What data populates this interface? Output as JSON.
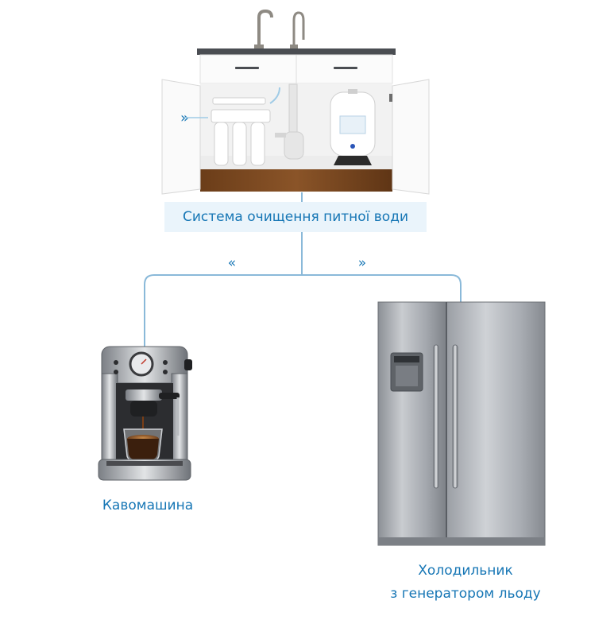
{
  "main": {
    "label": "Система очищення питної води"
  },
  "branches": [
    {
      "label": "Кавомашина"
    },
    {
      "label_line1": "Холодильник",
      "label_line2": "з генератором льоду"
    }
  ],
  "colors": {
    "accent": "#1676b5",
    "connector": "#8ab9d9",
    "label_bg": "#eaf4fb",
    "steel": "#a3a7ad",
    "wood": "#7a4a22"
  },
  "arrows": {
    "left": "«",
    "right": "»"
  }
}
